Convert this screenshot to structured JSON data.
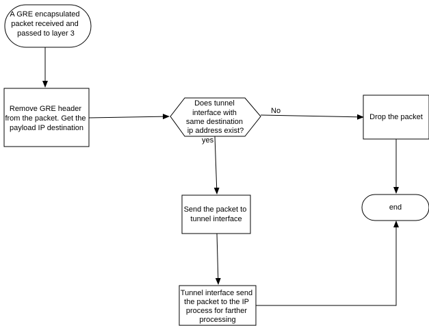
{
  "diagram": {
    "start": {
      "lines": [
        "A GRE encapsulated",
        "packet received and",
        "passed to layer 3"
      ]
    },
    "remove_header": {
      "lines": [
        "Remove GRE header",
        "from the packet. Get the",
        "payload IP destination"
      ]
    },
    "decision": {
      "lines": [
        "Does tunnel",
        "interface with",
        "same destination",
        "ip address exist?"
      ]
    },
    "drop": {
      "lines": [
        "Drop the packet"
      ]
    },
    "send_tunnel": {
      "lines": [
        "Send the packet to",
        "tunnel interface"
      ]
    },
    "end": {
      "lines": [
        "end"
      ]
    },
    "tunnel_send_ip": {
      "lines": [
        "Tunnel interface send",
        "the packet to the IP",
        "process for farther",
        "processing"
      ]
    },
    "labels": {
      "no": "No",
      "yes": "yes"
    }
  }
}
